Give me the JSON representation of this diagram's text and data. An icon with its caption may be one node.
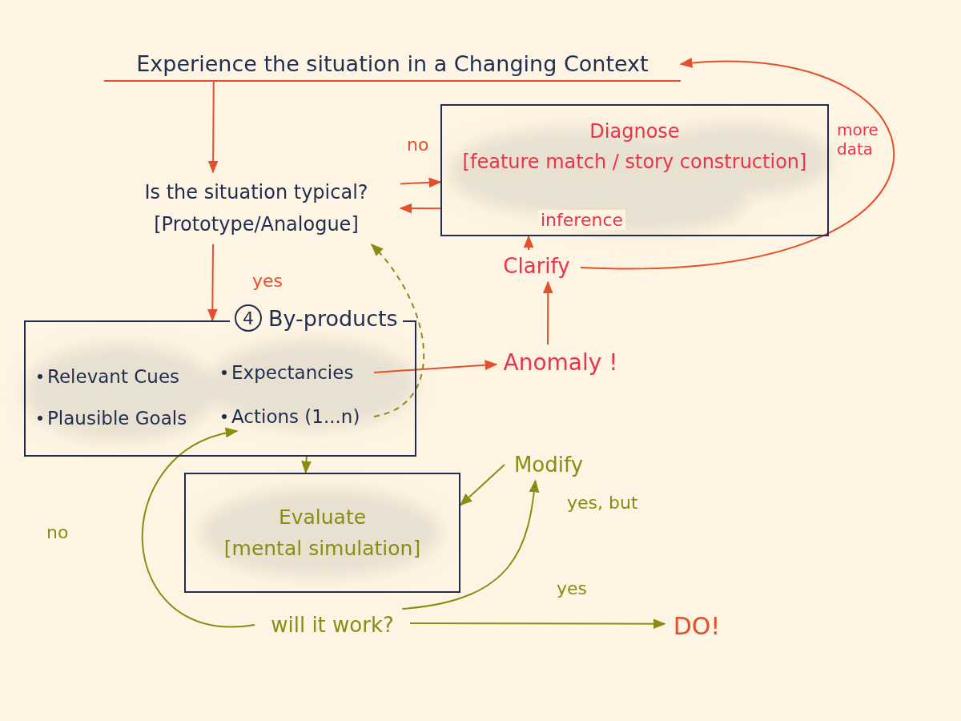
{
  "diagram": {
    "nodes": [
      {
        "text": [
          "Experience the situation in a Changing Context"
        ]
      },
      {
        "text": [
          "Is the situation typical?",
          "[Prototype/Analogue]"
        ]
      },
      {
        "text": [
          "Diagnose",
          "[feature match / story construction]"
        ]
      },
      {
        "text": [
          "Clarify"
        ]
      },
      {
        "text": [
          "Anomaly !"
        ]
      },
      {
        "text": [
          "4",
          "By-products"
        ]
      },
      {
        "text": [
          "Relevant Cues"
        ],
        "in": 5
      },
      {
        "text": [
          "Expectancies"
        ],
        "in": 5
      },
      {
        "text": [
          "Plausible Goals"
        ],
        "in": 5
      },
      {
        "text": [
          "Actions (1...n)"
        ],
        "in": 5
      },
      {
        "text": [
          "Evaluate",
          "[mental simulation]"
        ]
      },
      {
        "text": [
          "Modify"
        ]
      },
      {
        "text": [
          "will it work?"
        ]
      },
      {
        "text": [
          "DO!"
        ]
      }
    ],
    "edges": [
      {
        "from": 0,
        "to": 1,
        "arrow": "to"
      },
      {
        "from": 1,
        "to": 2,
        "arrow": "to",
        "label": "no"
      },
      {
        "from": 2,
        "to": 1,
        "arrow": "to"
      },
      {
        "from": 3,
        "to": 2,
        "arrow": "to",
        "label": "inference"
      },
      {
        "from": 3,
        "to": 0,
        "arrow": "to",
        "label": "more data"
      },
      {
        "from": 4,
        "to": 3,
        "arrow": "to"
      },
      {
        "from": 7,
        "to": 4,
        "arrow": "to"
      },
      {
        "from": 1,
        "to": 5,
        "arrow": "to",
        "label": "yes"
      },
      {
        "from": 9,
        "to": 1,
        "arrow": "to",
        "style": "dashed",
        "color": "#8c8c14"
      },
      {
        "from": 5,
        "to": 10,
        "arrow": "to",
        "color": "#8c8c14"
      },
      {
        "from": 11,
        "to": 10,
        "arrow": "to",
        "color": "#8c8c14"
      },
      {
        "from": 12,
        "to": 11,
        "arrow": "to",
        "label": "yes, but",
        "color": "#8c8c14"
      },
      {
        "from": 12,
        "to": 13,
        "arrow": "to",
        "label": "yes",
        "color": "#8c8c14"
      },
      {
        "from": 12,
        "to": 9,
        "arrow": "to",
        "label": "no",
        "color": "#8c8c14"
      }
    ]
  }
}
